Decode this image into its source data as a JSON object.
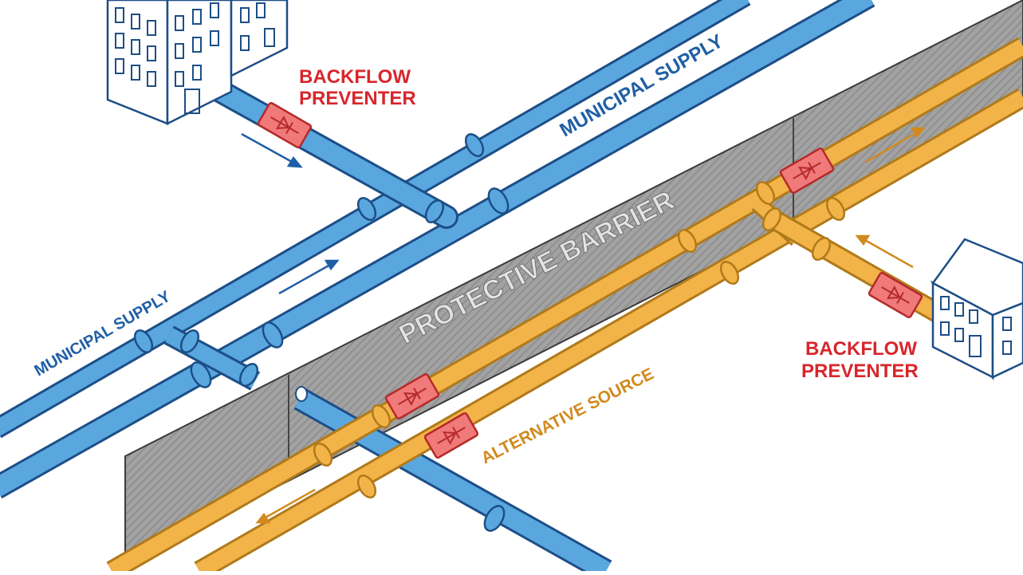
{
  "labels": {
    "municipal_supply_top": "MUNICIPAL SUPPLY",
    "municipal_supply_left": "MUNICIPAL SUPPLY",
    "protective_barrier": "PROTECTIVE BARRIER",
    "alternative_source": "ALTERNATIVE SOURCE",
    "backflow_top_line1": "BACKFLOW",
    "backflow_top_line2": "PREVENTER",
    "backflow_right_line1": "BACKFLOW",
    "backflow_right_line2": "PREVENTER"
  },
  "colors": {
    "municipal_pipe": "#5aa7e0",
    "municipal_text": "#1f5fa6",
    "alternative_pipe": "#f2b349",
    "alternative_text": "#d18a1e",
    "backflow_device": "#f07a7a",
    "backflow_text": "#d8262c",
    "barrier_fill": "#9a9a9a",
    "outline": "#1d4e86"
  },
  "icons": [
    "building-icon",
    "house-icon",
    "backflow-valve-icon",
    "flow-arrow-icon"
  ]
}
